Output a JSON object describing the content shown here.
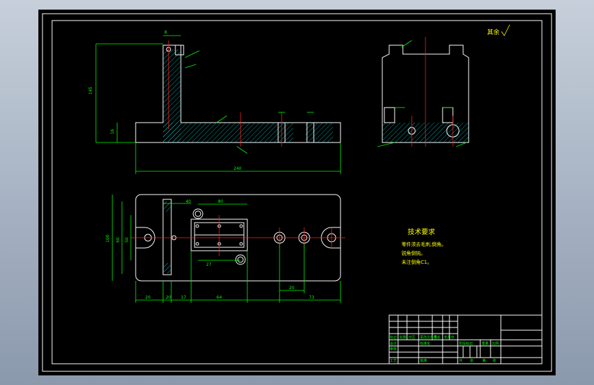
{
  "colors": {
    "background": "#000000",
    "outline": "#ffffff",
    "dimension": "#00ff00",
    "centerline": "#ff2020",
    "hatch": "#00ffff",
    "note": "#ffff00",
    "viewport_border": "#a5b1c2"
  },
  "drawing": {
    "surface_finish_note": "其余",
    "technical_requirements": {
      "title": "技术要求",
      "lines": [
        "零件须去毛刺,倒角。",
        "锐角倒钝。",
        "未注倒角C1。"
      ]
    },
    "front_view": {
      "dims": {
        "width": "240",
        "height": "145",
        "base_h": "16",
        "top_w": "8"
      }
    },
    "top_view": {
      "dims": {
        "d1": "20",
        "d2": "20",
        "d3": "17",
        "d4": "64",
        "d5": "20",
        "d6": "73",
        "d7": "27",
        "h1": "100",
        "h2": "60",
        "h3": "50",
        "d8": "80",
        "d9": "40"
      }
    },
    "title_block": {
      "labels": [
        "标记",
        "处数",
        "分区",
        "更改文件号",
        "签名",
        "年月日",
        "设计",
        "标准化",
        "阶段标记",
        "重量",
        "比例",
        "审核",
        "工艺",
        "批准",
        "共",
        "张",
        "第",
        "张"
      ]
    }
  }
}
